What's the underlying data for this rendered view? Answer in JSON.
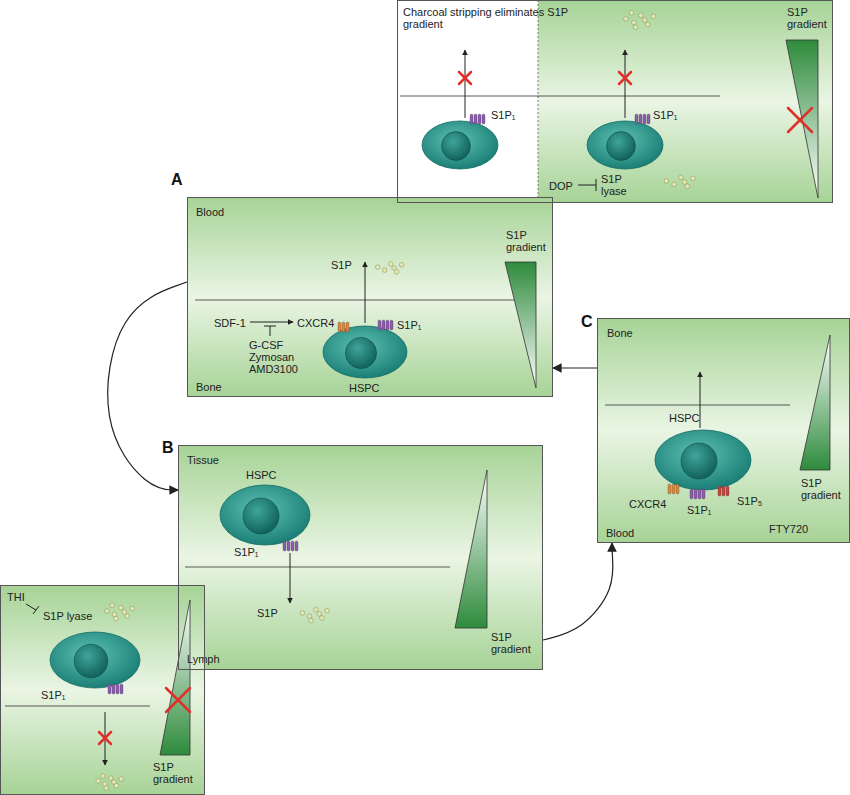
{
  "diagram": {
    "nodes": [
      {
        "text": [
          "Charcoal stripping eliminates S1P gradient",
          "S1P gradient",
          "S1P₁",
          "S1P₁",
          "DOP",
          "S1P lyase"
        ]
      },
      {
        "text": [
          "A",
          "Blood",
          "S1P gradient",
          "S1P",
          "SDF-1",
          "G-CSF Zymosan AMD3100",
          "CXCR4",
          "S1P₁",
          "HSPC",
          "Bone"
        ]
      },
      {
        "text": [
          "B",
          "Tissue",
          "HSPC",
          "S1P₁",
          "S1P",
          "S1P gradient",
          "Lymph"
        ]
      },
      {
        "text": [
          "C",
          "Bone",
          "HSPC",
          "CXCR4",
          "S1P₁",
          "S1P₅",
          "Blood",
          "FTY720",
          "S1P gradient"
        ]
      },
      {
        "text": [
          "THI",
          "S1P lyase",
          "S1P₁",
          "S1P gradient"
        ]
      }
    ],
    "edges": [
      {
        "from": 1,
        "to": 2,
        "arrow": "to"
      },
      {
        "from": 2,
        "to": 3,
        "arrow": "to"
      },
      {
        "from": 3,
        "to": 1,
        "arrow": "to"
      }
    ]
  }
}
